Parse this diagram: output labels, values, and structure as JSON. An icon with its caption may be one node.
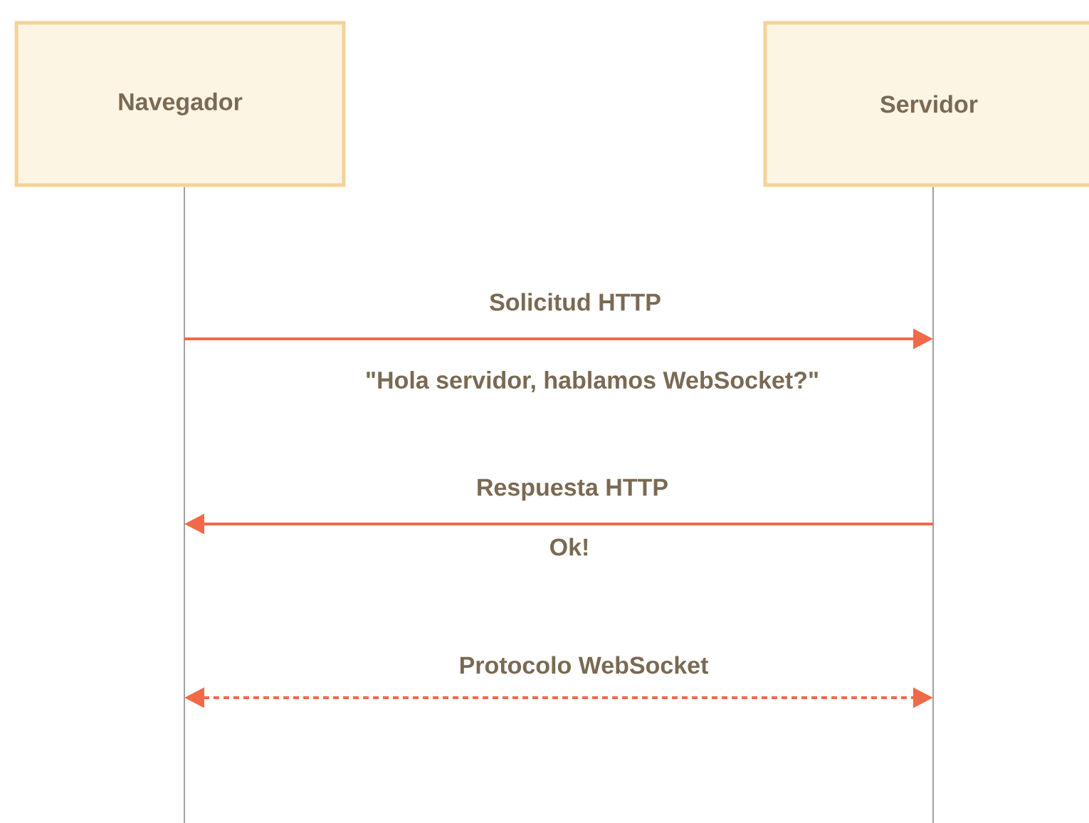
{
  "diagram": {
    "nodes": [
      {
        "text": [
          "Navegador"
        ]
      },
      {
        "text": [
          "Servidor"
        ]
      }
    ],
    "edges": [
      {
        "from": 0,
        "to": 1,
        "arrow": "to",
        "label": "Solicitud HTTP"
      },
      {
        "from": 1,
        "to": 0,
        "arrow": "to",
        "label": "Respuesta HTTP"
      },
      {
        "from": 0,
        "to": 1,
        "arrow": "both",
        "label": "Protocolo WebSocket",
        "style": "dashed"
      }
    ],
    "labels": [
      "\"Hola servidor, hablamos WebSocket?\"",
      "Ok!"
    ]
  }
}
